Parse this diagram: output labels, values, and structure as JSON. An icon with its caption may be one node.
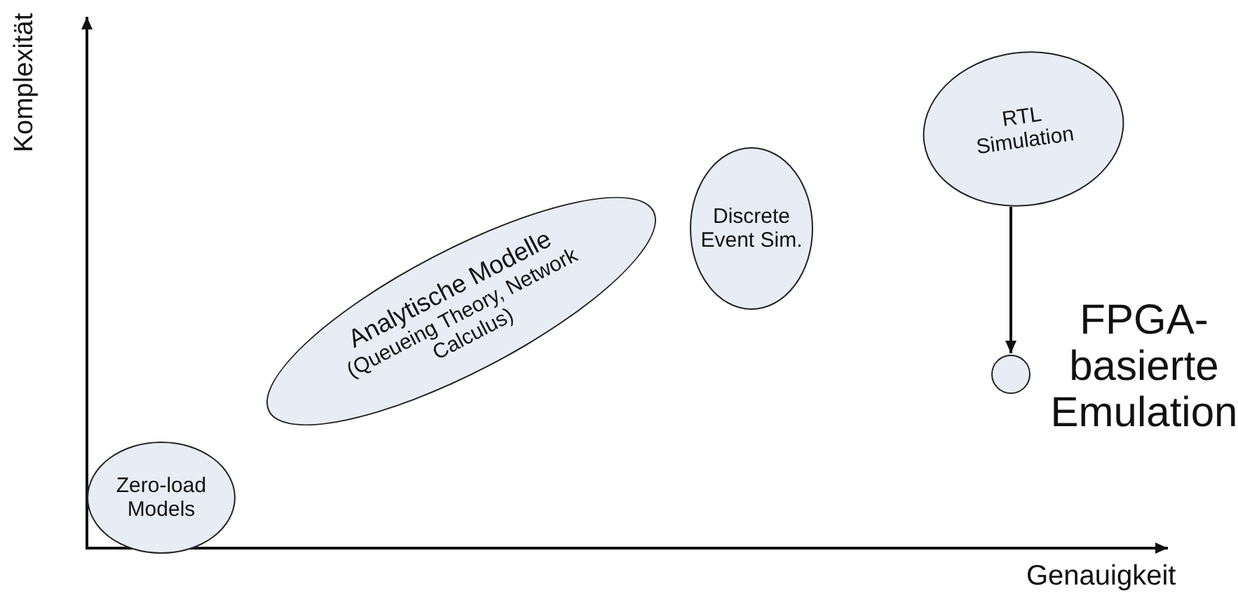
{
  "diagram": {
    "nodes": [
      {
        "text": [
          "Zero-load Models"
        ]
      },
      {
        "text": [
          "Analytische Modelle",
          "(Queueing Theory, Network Calculus)"
        ]
      },
      {
        "text": [
          "Discrete Event Sim."
        ]
      },
      {
        "text": [
          "RTL Simulation"
        ]
      },
      {
        "text": [],
        "shape": "circle",
        "beside": [
          "FPGA- basierte Emulation"
        ]
      }
    ],
    "edges": [
      {
        "from": 3,
        "to": 4,
        "arrow": "to"
      }
    ],
    "labels": [
      "Komplexität",
      "Genauigkeit"
    ]
  }
}
